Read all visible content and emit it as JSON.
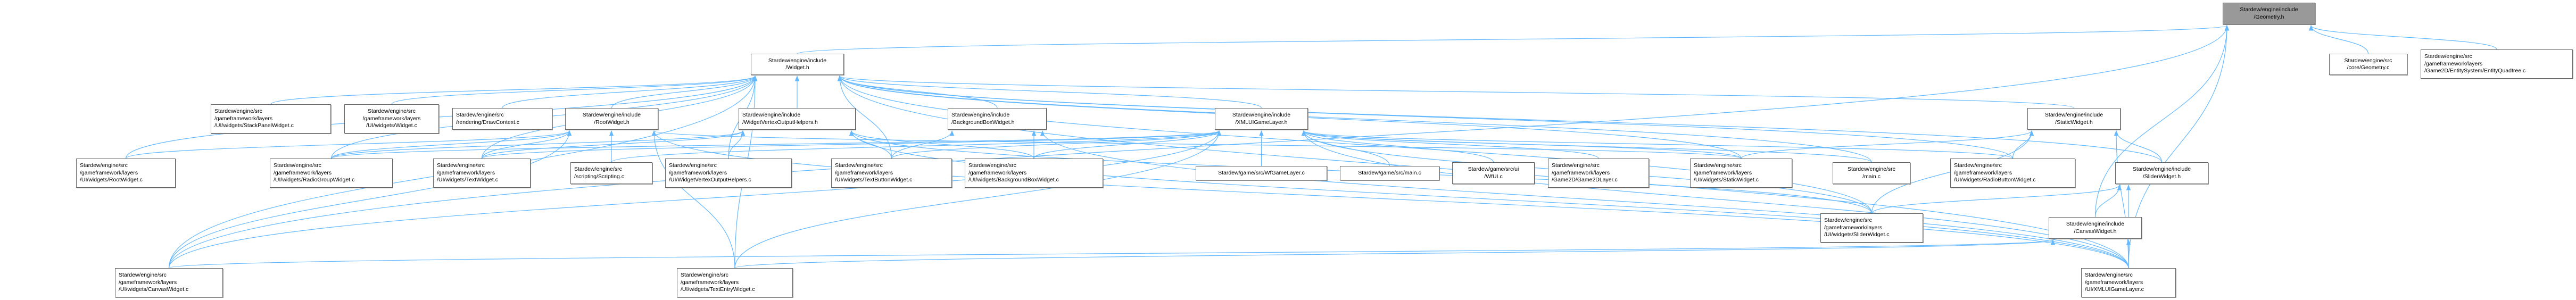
{
  "graph": {
    "colors": {
      "edge": "#63b8ff",
      "node_border": "#666666",
      "focus_fill": "#999999"
    },
    "nodes": {
      "geometry_h": "Stardew/engine/include\n/Geometry.h",
      "widget_h": "Stardew/engine/include\n/Widget.h",
      "core_geometry_c": "Stardew/engine/src\n/core/Geometry.c",
      "entityquadtree_c": "Stardew/engine/src\n/gameframework/layers\n/Game2D/EntitySystem/EntityQuadtree.c",
      "stackpanel_c": "Stardew/engine/src\n/gameframework/layers\n/UI/widgets/StackPanelWidget.c",
      "widget_c": "Stardew/engine/src\n/gameframework/layers\n/UI/widgets/Widget.c",
      "drawcontext_c": "Stardew/engine/src\n/rendering/DrawContext.c",
      "rootwidget_h": "Stardew/engine/include\n/RootWidget.h",
      "wvoh_h": "Stardew/engine/include\n/WidgetVertexOutputHelpers.h",
      "bgbox_h": "Stardew/engine/include\n/BackgroundBoxWidget.h",
      "xmlui_h": "Stardew/engine/include\n/XMLUIGameLayer.h",
      "staticwidget_h": "Stardew/engine/include\n/StaticWidget.h",
      "rootwidget_c": "Stardew/engine/src\n/gameframework/layers\n/UI/widgets/RootWidget.c",
      "radiogroup_c": "Stardew/engine/src\n/gameframework/layers\n/UI/widgets/RadioGroupWidget.c",
      "textwidget_c": "Stardew/engine/src\n/gameframework/layers\n/UI/widgets/TextWidget.c",
      "scripting_c": "Stardew/engine/src\n/scripting/Scripting.c",
      "wvoh_c": "Stardew/engine/src\n/gameframework/layers\n/UI/WidgetVertexOutputHelpers.c",
      "textbutton_c": "Stardew/engine/src\n/gameframework/layers\n/UI/widgets/TextButtonWidget.c",
      "bgbox_c": "Stardew/engine/src\n/gameframework/layers\n/UI/widgets/BackgroundBoxWidget.c",
      "wfgamelayer_c": "Stardew/game/src/WfGameLayer.c",
      "game_main_c": "Stardew/game/src/main.c",
      "wfui_c": "Stardew/game/src/ui\n/WfUI.c",
      "game2dlayer_c": "Stardew/engine/src\n/gameframework/layers\n/Game2D/Game2DLayer.c",
      "staticwidget_c": "Stardew/engine/src\n/gameframework/layers\n/UI/widgets/StaticWidget.c",
      "engine_main_c": "Stardew/engine/src\n/main.c",
      "radiobutton_c": "Stardew/engine/src\n/gameframework/layers\n/UI/widgets/RadioButtonWidget.c",
      "sliderwidget_h": "Stardew/engine/include\n/SliderWidget.h",
      "sliderwidget_c": "Stardew/engine/src\n/gameframework/layers\n/UI/widgets/SliderWidget.c",
      "canvaswidget_h": "Stardew/engine/include\n/CanvasWidget.h",
      "canvaswidget_c": "Stardew/engine/src\n/gameframework/layers\n/UI/widgets/CanvasWidget.c",
      "textentry_c": "Stardew/engine/src\n/gameframework/layers\n/UI/widgets/TextEntryWidget.c",
      "xmlui_c": "Stardew/engine/src\n/gameframework/layers\n/UI/XMLUIGameLayer.c"
    },
    "edges": [
      [
        "widget_h",
        "geometry_h"
      ],
      [
        "core_geometry_c",
        "geometry_h"
      ],
      [
        "entityquadtree_c",
        "geometry_h"
      ],
      [
        "canvaswidget_h",
        "geometry_h"
      ],
      [
        "xmlui_c",
        "geometry_h"
      ],
      [
        "canvaswidget_c",
        "geometry_h"
      ],
      [
        "stackpanel_c",
        "widget_h"
      ],
      [
        "widget_c",
        "widget_h"
      ],
      [
        "drawcontext_c",
        "widget_h"
      ],
      [
        "rootwidget_h",
        "widget_h"
      ],
      [
        "wvoh_h",
        "widget_h"
      ],
      [
        "bgbox_h",
        "widget_h"
      ],
      [
        "xmlui_h",
        "widget_h"
      ],
      [
        "staticwidget_h",
        "widget_h"
      ],
      [
        "rootwidget_c",
        "widget_h"
      ],
      [
        "radiogroup_c",
        "widget_h"
      ],
      [
        "textwidget_c",
        "widget_h"
      ],
      [
        "textbutton_c",
        "widget_h"
      ],
      [
        "canvaswidget_c",
        "widget_h"
      ],
      [
        "textentry_c",
        "widget_h"
      ],
      [
        "sliderwidget_c",
        "widget_h"
      ],
      [
        "radiobutton_c",
        "widget_h"
      ],
      [
        "staticwidget_c",
        "widget_h"
      ],
      [
        "engine_main_c",
        "widget_h"
      ],
      [
        "xmlui_c",
        "widget_h"
      ],
      [
        "sliderwidget_h",
        "widget_h"
      ],
      [
        "wvoh_c",
        "widget_h"
      ],
      [
        "rootwidget_c",
        "rootwidget_h"
      ],
      [
        "radiogroup_c",
        "rootwidget_h"
      ],
      [
        "textwidget_c",
        "rootwidget_h"
      ],
      [
        "scripting_c",
        "rootwidget_h"
      ],
      [
        "canvaswidget_c",
        "rootwidget_h"
      ],
      [
        "textentry_c",
        "rootwidget_h"
      ],
      [
        "xmlui_c",
        "rootwidget_h"
      ],
      [
        "staticwidget_c",
        "rootwidget_h"
      ],
      [
        "wvoh_c",
        "wvoh_h"
      ],
      [
        "textbutton_c",
        "wvoh_h"
      ],
      [
        "bgbox_c",
        "wvoh_h"
      ],
      [
        "textwidget_c",
        "wvoh_h"
      ],
      [
        "radiogroup_c",
        "wvoh_h"
      ],
      [
        "sliderwidget_c",
        "wvoh_h"
      ],
      [
        "xmlui_c",
        "wvoh_h"
      ],
      [
        "textbutton_c",
        "bgbox_h"
      ],
      [
        "bgbox_c",
        "bgbox_h"
      ],
      [
        "xmlui_c",
        "bgbox_h"
      ],
      [
        "wfgamelayer_c",
        "xmlui_h"
      ],
      [
        "game_main_c",
        "xmlui_h"
      ],
      [
        "wfui_c",
        "xmlui_h"
      ],
      [
        "game2dlayer_c",
        "xmlui_h"
      ],
      [
        "staticwidget_c",
        "xmlui_h"
      ],
      [
        "engine_main_c",
        "xmlui_h"
      ],
      [
        "radiobutton_c",
        "xmlui_h"
      ],
      [
        "textbutton_c",
        "xmlui_h"
      ],
      [
        "bgbox_c",
        "xmlui_h"
      ],
      [
        "textwidget_c",
        "xmlui_h"
      ],
      [
        "radiogroup_c",
        "xmlui_h"
      ],
      [
        "canvaswidget_c",
        "xmlui_h"
      ],
      [
        "textentry_c",
        "xmlui_h"
      ],
      [
        "xmlui_c",
        "xmlui_h"
      ],
      [
        "sliderwidget_c",
        "xmlui_h"
      ],
      [
        "scripting_c",
        "xmlui_h"
      ],
      [
        "staticwidget_c",
        "staticwidget_h"
      ],
      [
        "radiobutton_c",
        "staticwidget_h"
      ],
      [
        "sliderwidget_h",
        "staticwidget_h"
      ],
      [
        "sliderwidget_c",
        "staticwidget_h"
      ],
      [
        "xmlui_c",
        "staticwidget_h"
      ],
      [
        "sliderwidget_c",
        "sliderwidget_h"
      ],
      [
        "canvaswidget_h",
        "sliderwidget_h"
      ],
      [
        "xmlui_c",
        "sliderwidget_h"
      ],
      [
        "xmlui_c",
        "canvaswidget_h"
      ],
      [
        "canvaswidget_c",
        "canvaswidget_h"
      ],
      [
        "textentry_c",
        "canvaswidget_h"
      ]
    ]
  }
}
